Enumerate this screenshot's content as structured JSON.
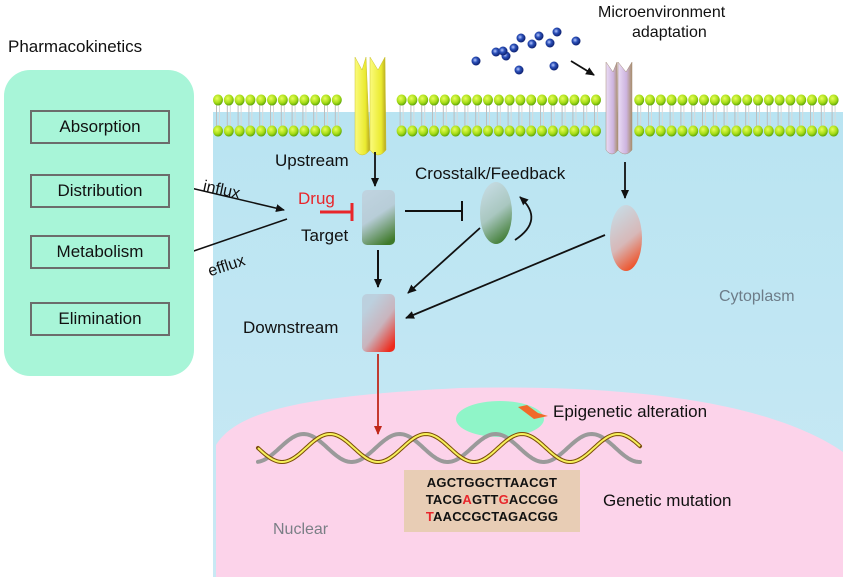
{
  "pharmacokinetics": {
    "title": "Pharmacokinetics",
    "steps": [
      "Absorption",
      "Distribution",
      "Metabolism",
      "Elimination"
    ]
  },
  "transport": {
    "influx": "influx",
    "efflux": "efflux"
  },
  "signaling": {
    "upstream": "Upstream",
    "drug": "Drug",
    "target": "Target",
    "crosstalk": "Crosstalk/Feedback",
    "downstream": "Downstream",
    "microenvironment_line1": "Microenvironment",
    "microenvironment_line2": "adaptation"
  },
  "compartments": {
    "cytoplasm": "Cytoplasm",
    "nuclear": "Nuclear"
  },
  "nucleus": {
    "epigenetic": "Epigenetic alteration",
    "genetic": "Genetic mutation",
    "sequence": [
      [
        {
          "t": "AGCTGGCTTAACGT",
          "mut": false
        }
      ],
      [
        {
          "t": "TACG",
          "mut": false
        },
        {
          "t": "A",
          "mut": true
        },
        {
          "t": "GTT",
          "mut": false
        },
        {
          "t": "G",
          "mut": true
        },
        {
          "t": "ACCGG",
          "mut": false
        }
      ],
      [
        {
          "t": "T",
          "mut": true
        },
        {
          "t": "AACCGCTAGACGG",
          "mut": false
        }
      ]
    ]
  },
  "colors": {
    "pk_panel": "#a8f5d8",
    "cytoplasm": "#bfe6f2",
    "nucleus": "#fcd3ea",
    "membrane_head": "#9ddc1a",
    "drug_red": "#e8262b",
    "receptor_yellow": "#f3f24a",
    "receptor_lilac": "#d9c3e8",
    "ligand_blue": "#1f3c9c",
    "sequence_box": "#e8cdb5"
  }
}
